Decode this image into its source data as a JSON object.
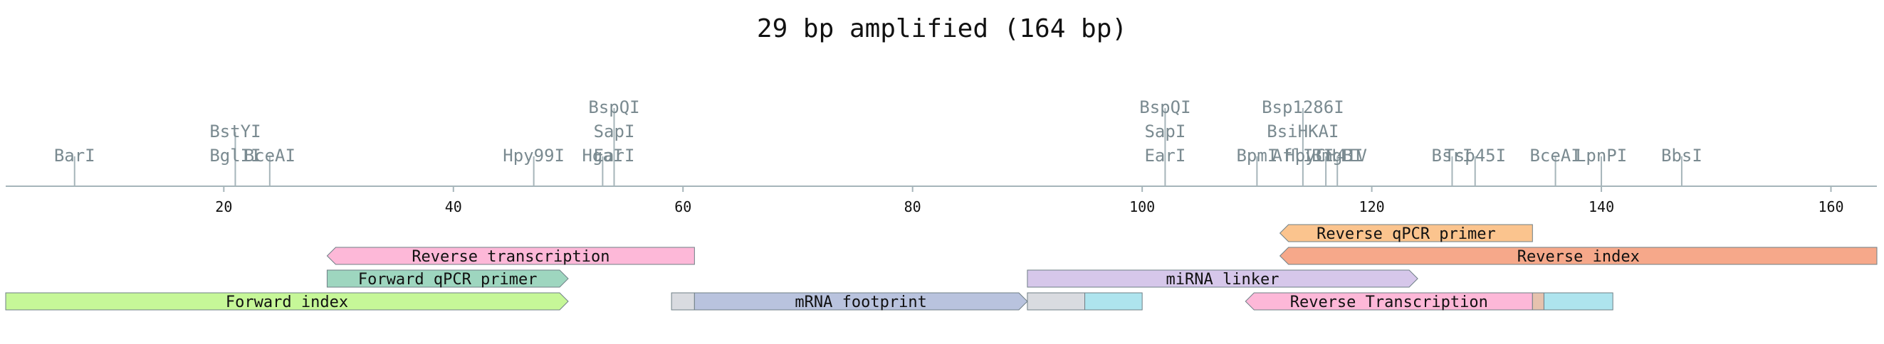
{
  "title": "29 bp amplified (164 bp)",
  "axis": {
    "min": 1,
    "max": 164,
    "ticks": [
      20,
      40,
      60,
      80,
      100,
      120,
      140,
      160
    ]
  },
  "sites": [
    {
      "pos": 7,
      "labels": [
        "BarI"
      ]
    },
    {
      "pos": 21,
      "labels": [
        "BglII",
        "BstYI"
      ]
    },
    {
      "pos": 24,
      "labels": [
        "BceAI"
      ]
    },
    {
      "pos": 47,
      "labels": [
        "Hpy99I"
      ]
    },
    {
      "pos": 53,
      "labels": [
        "HgaI"
      ]
    },
    {
      "pos": 54,
      "labels": [
        "EarI",
        "SapI",
        "BspQI"
      ]
    },
    {
      "pos": 102,
      "labels": [
        "EarI",
        "SapI",
        "BspQI"
      ]
    },
    {
      "pos": 110,
      "labels": [
        "BpmI"
      ]
    },
    {
      "pos": 114,
      "labels": [
        "AflIII",
        "BsiHKAI",
        "Bsp1286I"
      ]
    },
    {
      "pos": 116,
      "labels": [
        "HpyCH4IV"
      ]
    },
    {
      "pos": 117,
      "labels": [
        "BmgBI"
      ]
    },
    {
      "pos": 127,
      "labels": [
        "BsrI"
      ]
    },
    {
      "pos": 129,
      "labels": [
        "Tsp45I"
      ]
    },
    {
      "pos": 136,
      "labels": [
        "BceAI"
      ]
    },
    {
      "pos": 140,
      "labels": [
        "LpnPI"
      ]
    },
    {
      "pos": 147,
      "labels": [
        "BbsI"
      ]
    }
  ],
  "features": [
    {
      "label": "Reverse qPCR primer",
      "start": 112,
      "end": 134,
      "row": 0,
      "dir": "reverse",
      "color": "#fbc48e"
    },
    {
      "label": "Reverse transcription",
      "start": 29,
      "end": 61,
      "row": 1,
      "dir": "reverse",
      "color": "#fdb8d8"
    },
    {
      "label": "Reverse index",
      "start": 112,
      "end": 165,
      "row": 1,
      "dir": "reverse",
      "color": "#f6a88a"
    },
    {
      "label": "Forward qPCR primer",
      "start": 29,
      "end": 50,
      "row": 2,
      "dir": "forward",
      "color": "#9ed6bf"
    },
    {
      "label": "miRNA linker",
      "start": 90,
      "end": 124,
      "row": 2,
      "dir": "forward",
      "color": "#d6c7ea"
    },
    {
      "label": "Forward index",
      "start": 1,
      "end": 50,
      "row": 3,
      "dir": "forward",
      "color": "#c6f798"
    },
    {
      "label": "",
      "start": 59,
      "end": 61,
      "row": 3,
      "dir": "none",
      "color": "#d9dbe0"
    },
    {
      "label": "mRNA footprint",
      "start": 61,
      "end": 90,
      "row": 3,
      "dir": "forward",
      "color": "#b9c3de"
    },
    {
      "label": "",
      "start": 90,
      "end": 95,
      "row": 3,
      "dir": "none",
      "color": "#d9dbe0"
    },
    {
      "label": "",
      "start": 95,
      "end": 100,
      "row": 3,
      "dir": "none",
      "color": "#aee4ee"
    },
    {
      "label": "Reverse Transcription",
      "start": 109,
      "end": 134,
      "row": 3,
      "dir": "reverse",
      "color": "#fdb8d8"
    },
    {
      "label": "",
      "start": 134,
      "end": 135,
      "row": 3,
      "dir": "none",
      "color": "#e6c2ae"
    },
    {
      "label": "",
      "start": 135,
      "end": 141,
      "row": 3,
      "dir": "none",
      "color": "#aee4ee"
    }
  ],
  "colors": {
    "axis": "#a6b5ba",
    "site_line": "#a6b5ba",
    "site_text": "#7a8a90",
    "feature_stroke": "#6f7f86",
    "text": "#111111"
  }
}
